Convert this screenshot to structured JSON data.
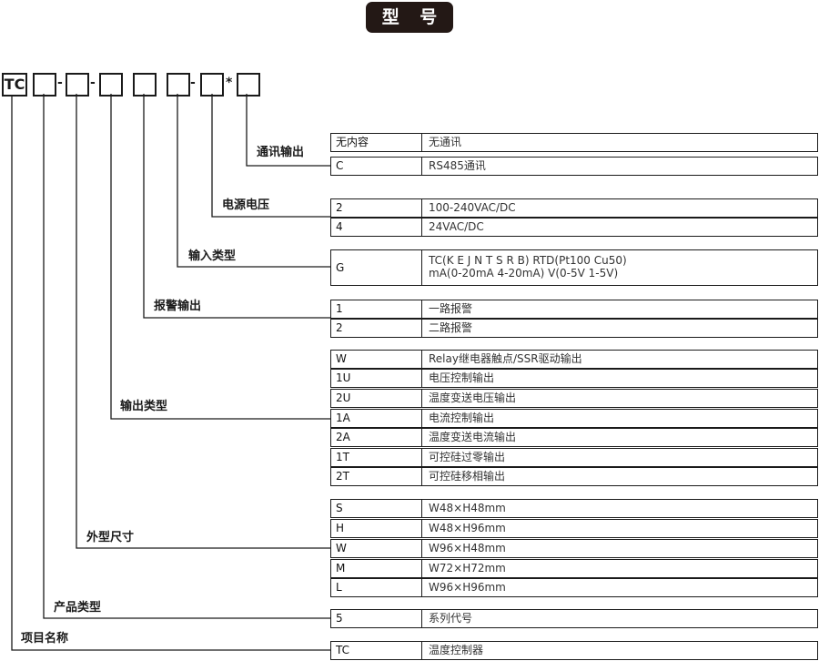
{
  "title": "型 号",
  "model": {
    "prefix": "TC",
    "separators": [
      "-",
      "-",
      "-",
      "*"
    ]
  },
  "sections": {
    "comm": {
      "label": "通讯输出",
      "rows": [
        {
          "code": "无内容",
          "desc": "无通讯"
        },
        {
          "code": "C",
          "desc": "RS485通讯"
        }
      ]
    },
    "power": {
      "label": "电源电压",
      "rows": [
        {
          "code": "2",
          "desc": "100-240VAC/DC"
        },
        {
          "code": "4",
          "desc": "24VAC/DC"
        }
      ]
    },
    "input": {
      "label": "输入类型",
      "rows": [
        {
          "code": "G",
          "desc_line1": "TC(K  E  J  N  T  S  R  B)   RTD(Pt100  Cu50)",
          "desc_line2": "mA(0-20mA  4-20mA)   V(0-5V  1-5V)"
        }
      ]
    },
    "alarm": {
      "label": "报警输出",
      "rows": [
        {
          "code": "1",
          "desc": "一路报警"
        },
        {
          "code": "2",
          "desc": "二路报警"
        }
      ]
    },
    "output": {
      "label": "输出类型",
      "rows": [
        {
          "code": "W",
          "desc": "Relay继电器触点/SSR驱动输出"
        },
        {
          "code": "1U",
          "desc": "电压控制输出"
        },
        {
          "code": "2U",
          "desc": "温度变送电压输出"
        },
        {
          "code": "1A",
          "desc": "电流控制输出"
        },
        {
          "code": "2A",
          "desc": "温度变送电流输出"
        },
        {
          "code": "1T",
          "desc": "可控硅过零输出"
        },
        {
          "code": "2T",
          "desc": "可控硅移相输出"
        }
      ]
    },
    "size": {
      "label": "外型尺寸",
      "rows": [
        {
          "code": "S",
          "desc": "W48×H48mm"
        },
        {
          "code": "H",
          "desc": "W48×H96mm"
        },
        {
          "code": "W",
          "desc": "W96×H48mm"
        },
        {
          "code": "M",
          "desc": "W72×H72mm"
        },
        {
          "code": "L",
          "desc": "W96×H96mm"
        }
      ]
    },
    "product": {
      "label": "产品类型",
      "rows": [
        {
          "code": "5",
          "desc": "系列代号"
        }
      ]
    },
    "item": {
      "label": "项目名称",
      "rows": [
        {
          "code": "TC",
          "desc": "温度控制器"
        }
      ]
    }
  }
}
